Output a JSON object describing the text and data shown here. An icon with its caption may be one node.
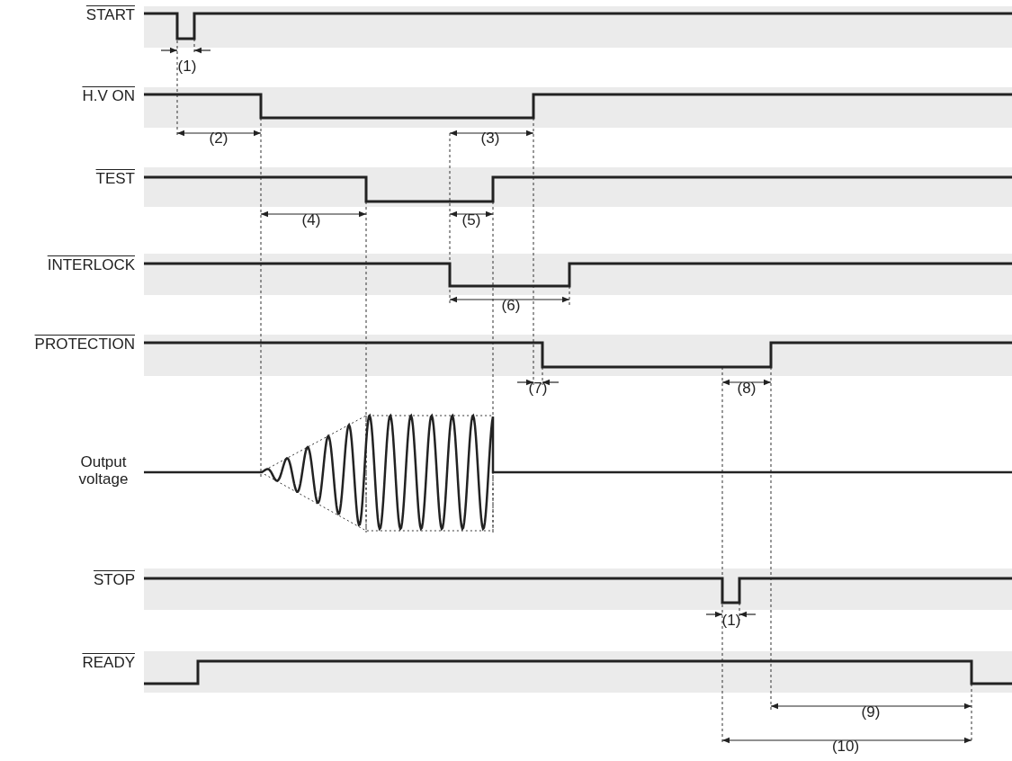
{
  "diagram": {
    "labels": [
      "START",
      "(1)",
      "H.V ON",
      "(2)",
      "(3)",
      "TEST",
      "(4)",
      "(5)",
      "INTERLOCK",
      "(6)",
      "PROTECTION",
      "(7)",
      "(8)",
      "Output voltage",
      "STOP",
      "(1)",
      "READY",
      "(9)",
      "(10)"
    ]
  }
}
